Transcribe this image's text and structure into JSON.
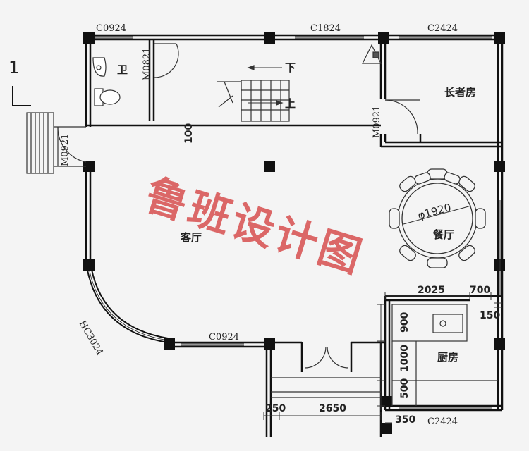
{
  "rooms": {
    "bathroom": "卫",
    "elder_room": "长者房",
    "living_room": "客厅",
    "dining": "餐厅",
    "kitchen": "厨房"
  },
  "stairs": {
    "down": "下",
    "up": "上"
  },
  "codes": {
    "c0924_top": "C0924",
    "c1824": "C1824",
    "c2424_top": "C2424",
    "m0821": "M0821",
    "m0921_left": "M0921",
    "m0921_right": "M0921",
    "hc3024": "HC3024",
    "c0924_bottom": "C0924",
    "c2424_bottom": "C2424"
  },
  "dims": {
    "d100": "100",
    "d2025": "2025",
    "d700": "700",
    "d150": "150",
    "d900": "900",
    "d1000": "1000",
    "d500": "500",
    "d250": "250",
    "d2650": "2650",
    "d350": "350"
  },
  "table_diameter": "φ1920",
  "section_mark": "1",
  "watermark": "鲁班设计图"
}
